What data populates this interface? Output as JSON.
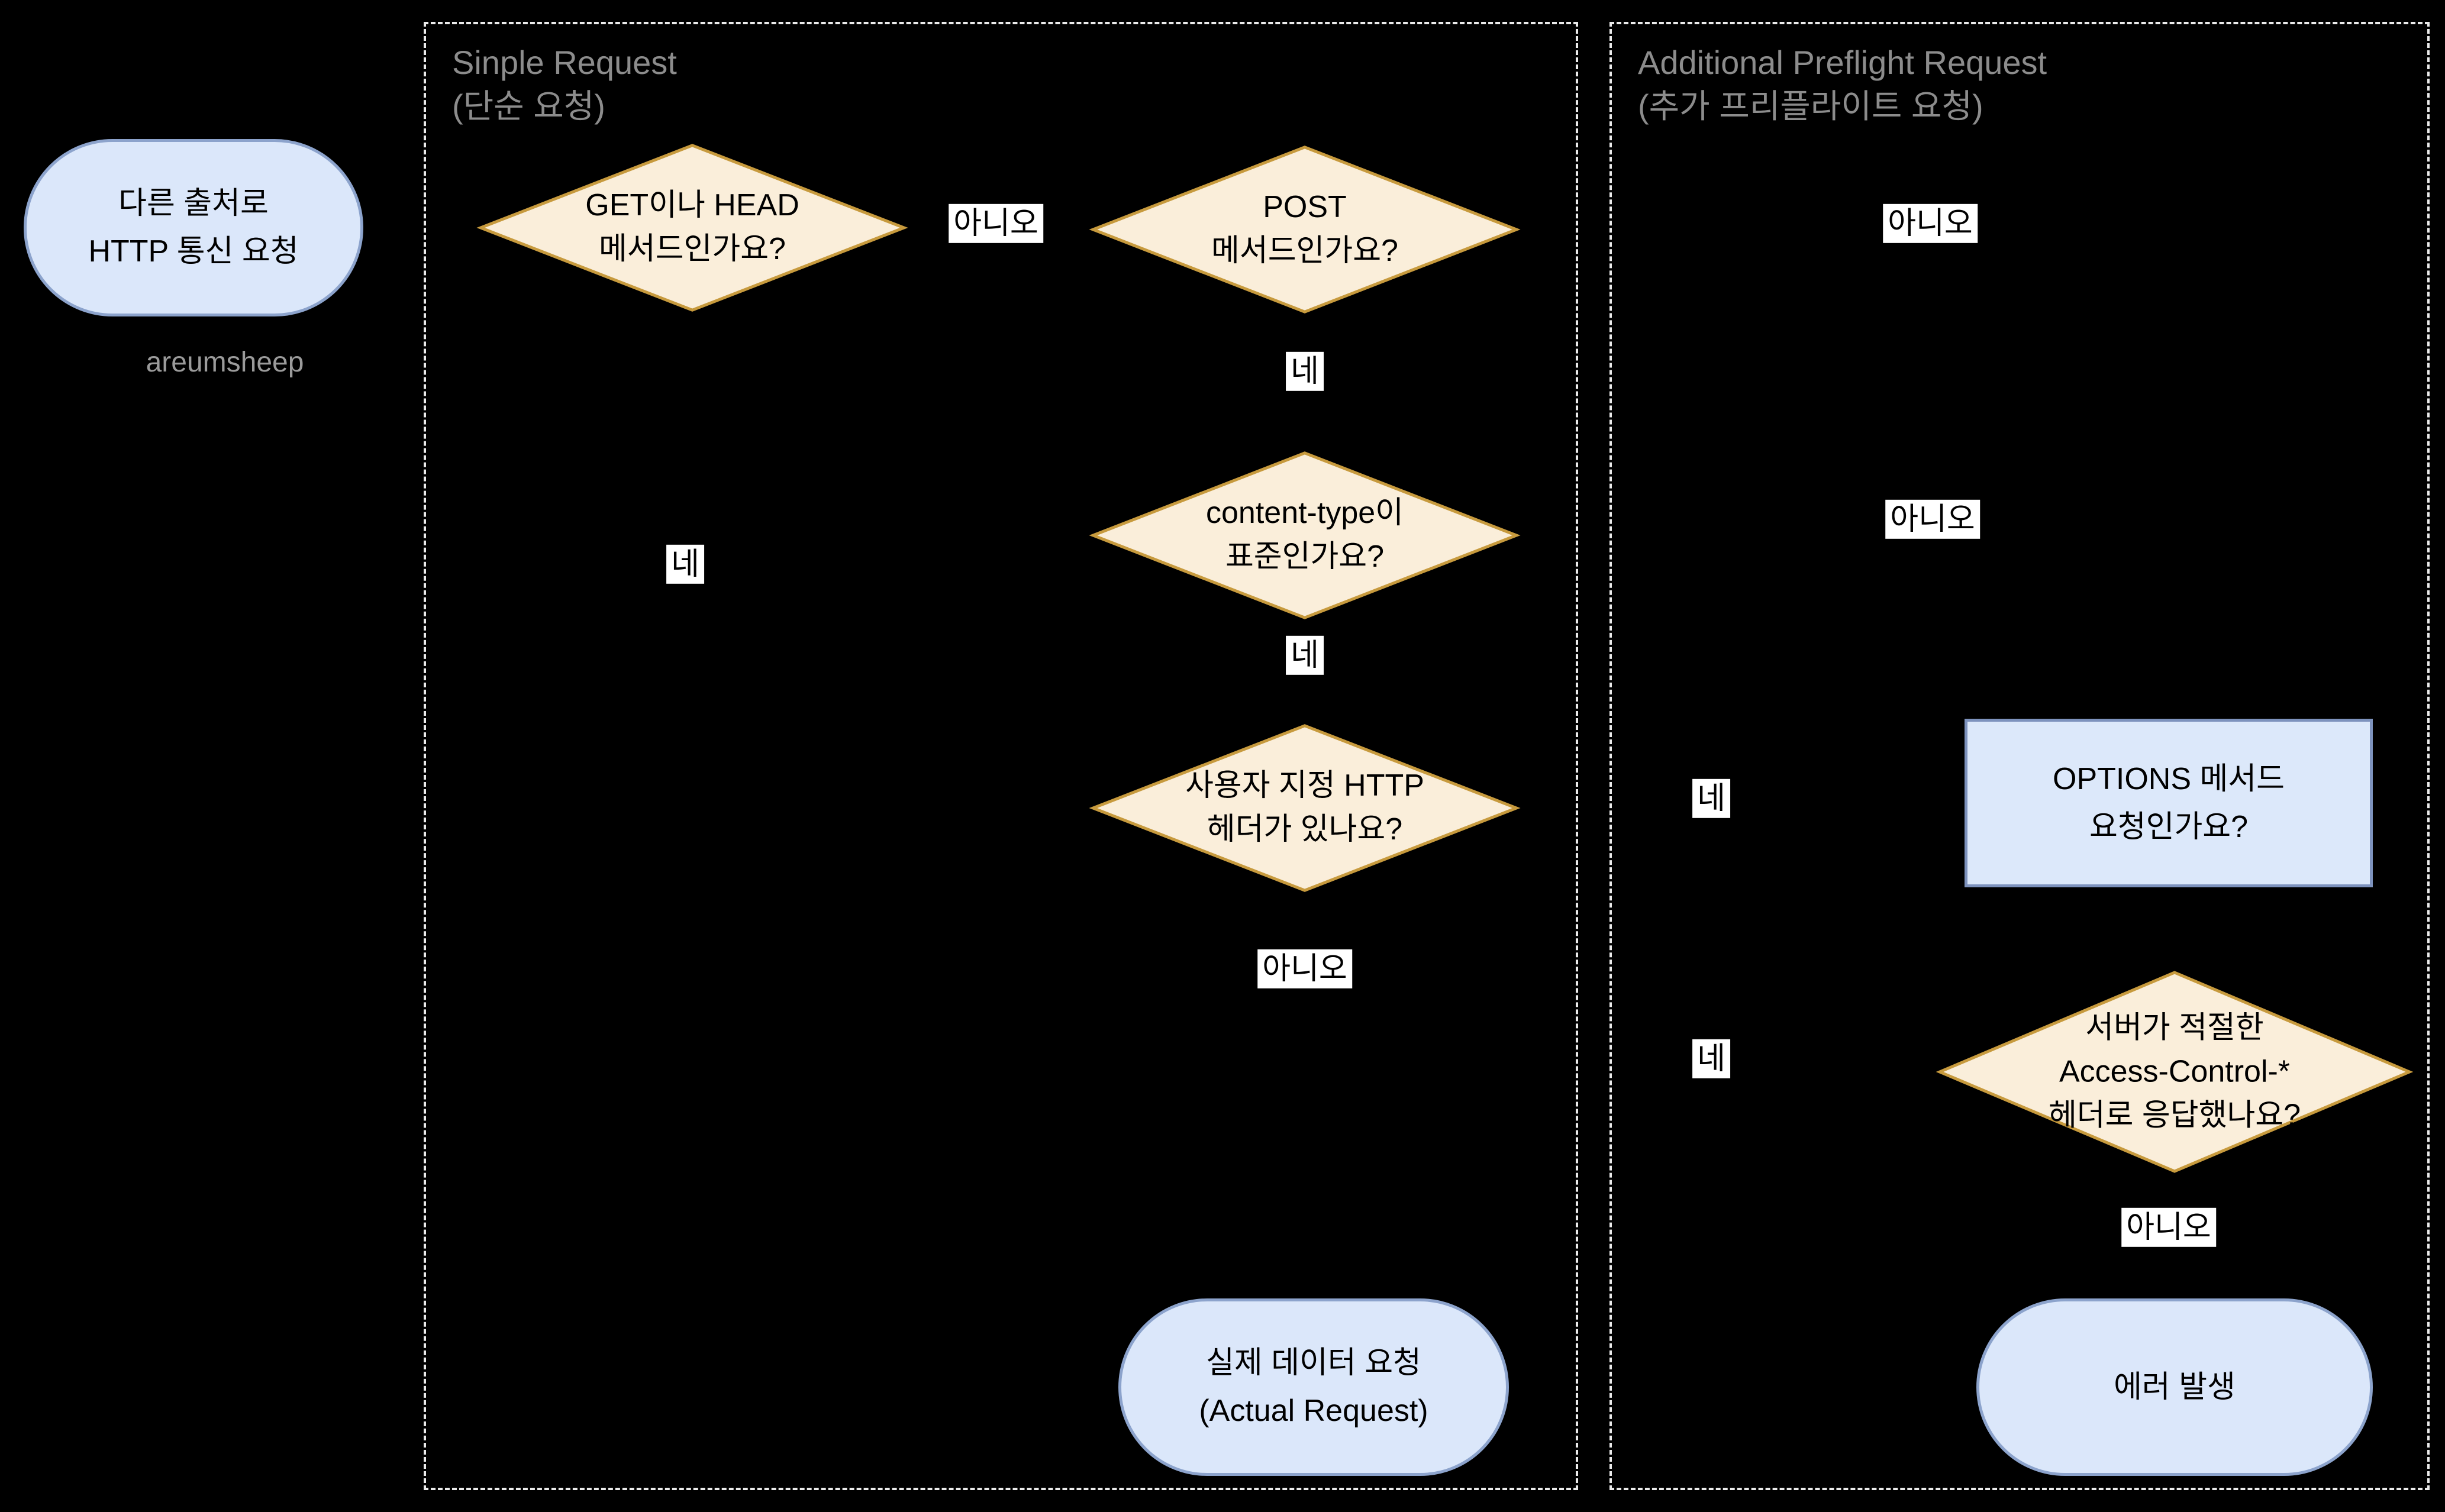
{
  "start_node": {
    "text": "다른 출처로\nHTTP 통신 요청"
  },
  "watermark": "areumsheep",
  "group_simple": {
    "title": "Sinple Request\n(단순 요청)",
    "decision_get_head": "GET이나 HEAD\n메서드인가요?",
    "decision_post": "POST\n메서드인가요?",
    "decision_content_type": "content-type이\n표준인가요?",
    "decision_custom_header": "사용자 지정 HTTP\n헤더가 있나요?",
    "terminal_actual_request": "실제 데이터 요청\n(Actual Request)"
  },
  "group_preflight": {
    "title": "Additional Preflight Request\n(추가 프리플라이트 요청)",
    "process_options": "OPTIONS 메서드\n요청인가요?",
    "decision_access_control": "서버가 적절한\nAccess-Control-*\n헤더로 응답했나요?",
    "terminal_error": "에러 발생"
  },
  "labels": {
    "yes": "네",
    "no": "아니오"
  },
  "colors": {
    "background": "#000000",
    "decision_fill": "#faeeda",
    "decision_border": "#c79a3d",
    "terminal_fill": "#dbe7fa",
    "terminal_border": "#8ca3cc",
    "process_fill": "#dce8fa",
    "process_border": "#7d92bd",
    "group_border": "#ebebeb",
    "group_title_text": "#8c8c8c",
    "watermark_text": "#9b9b9b",
    "label_bg": "#ffffff",
    "label_text": "#000000"
  }
}
